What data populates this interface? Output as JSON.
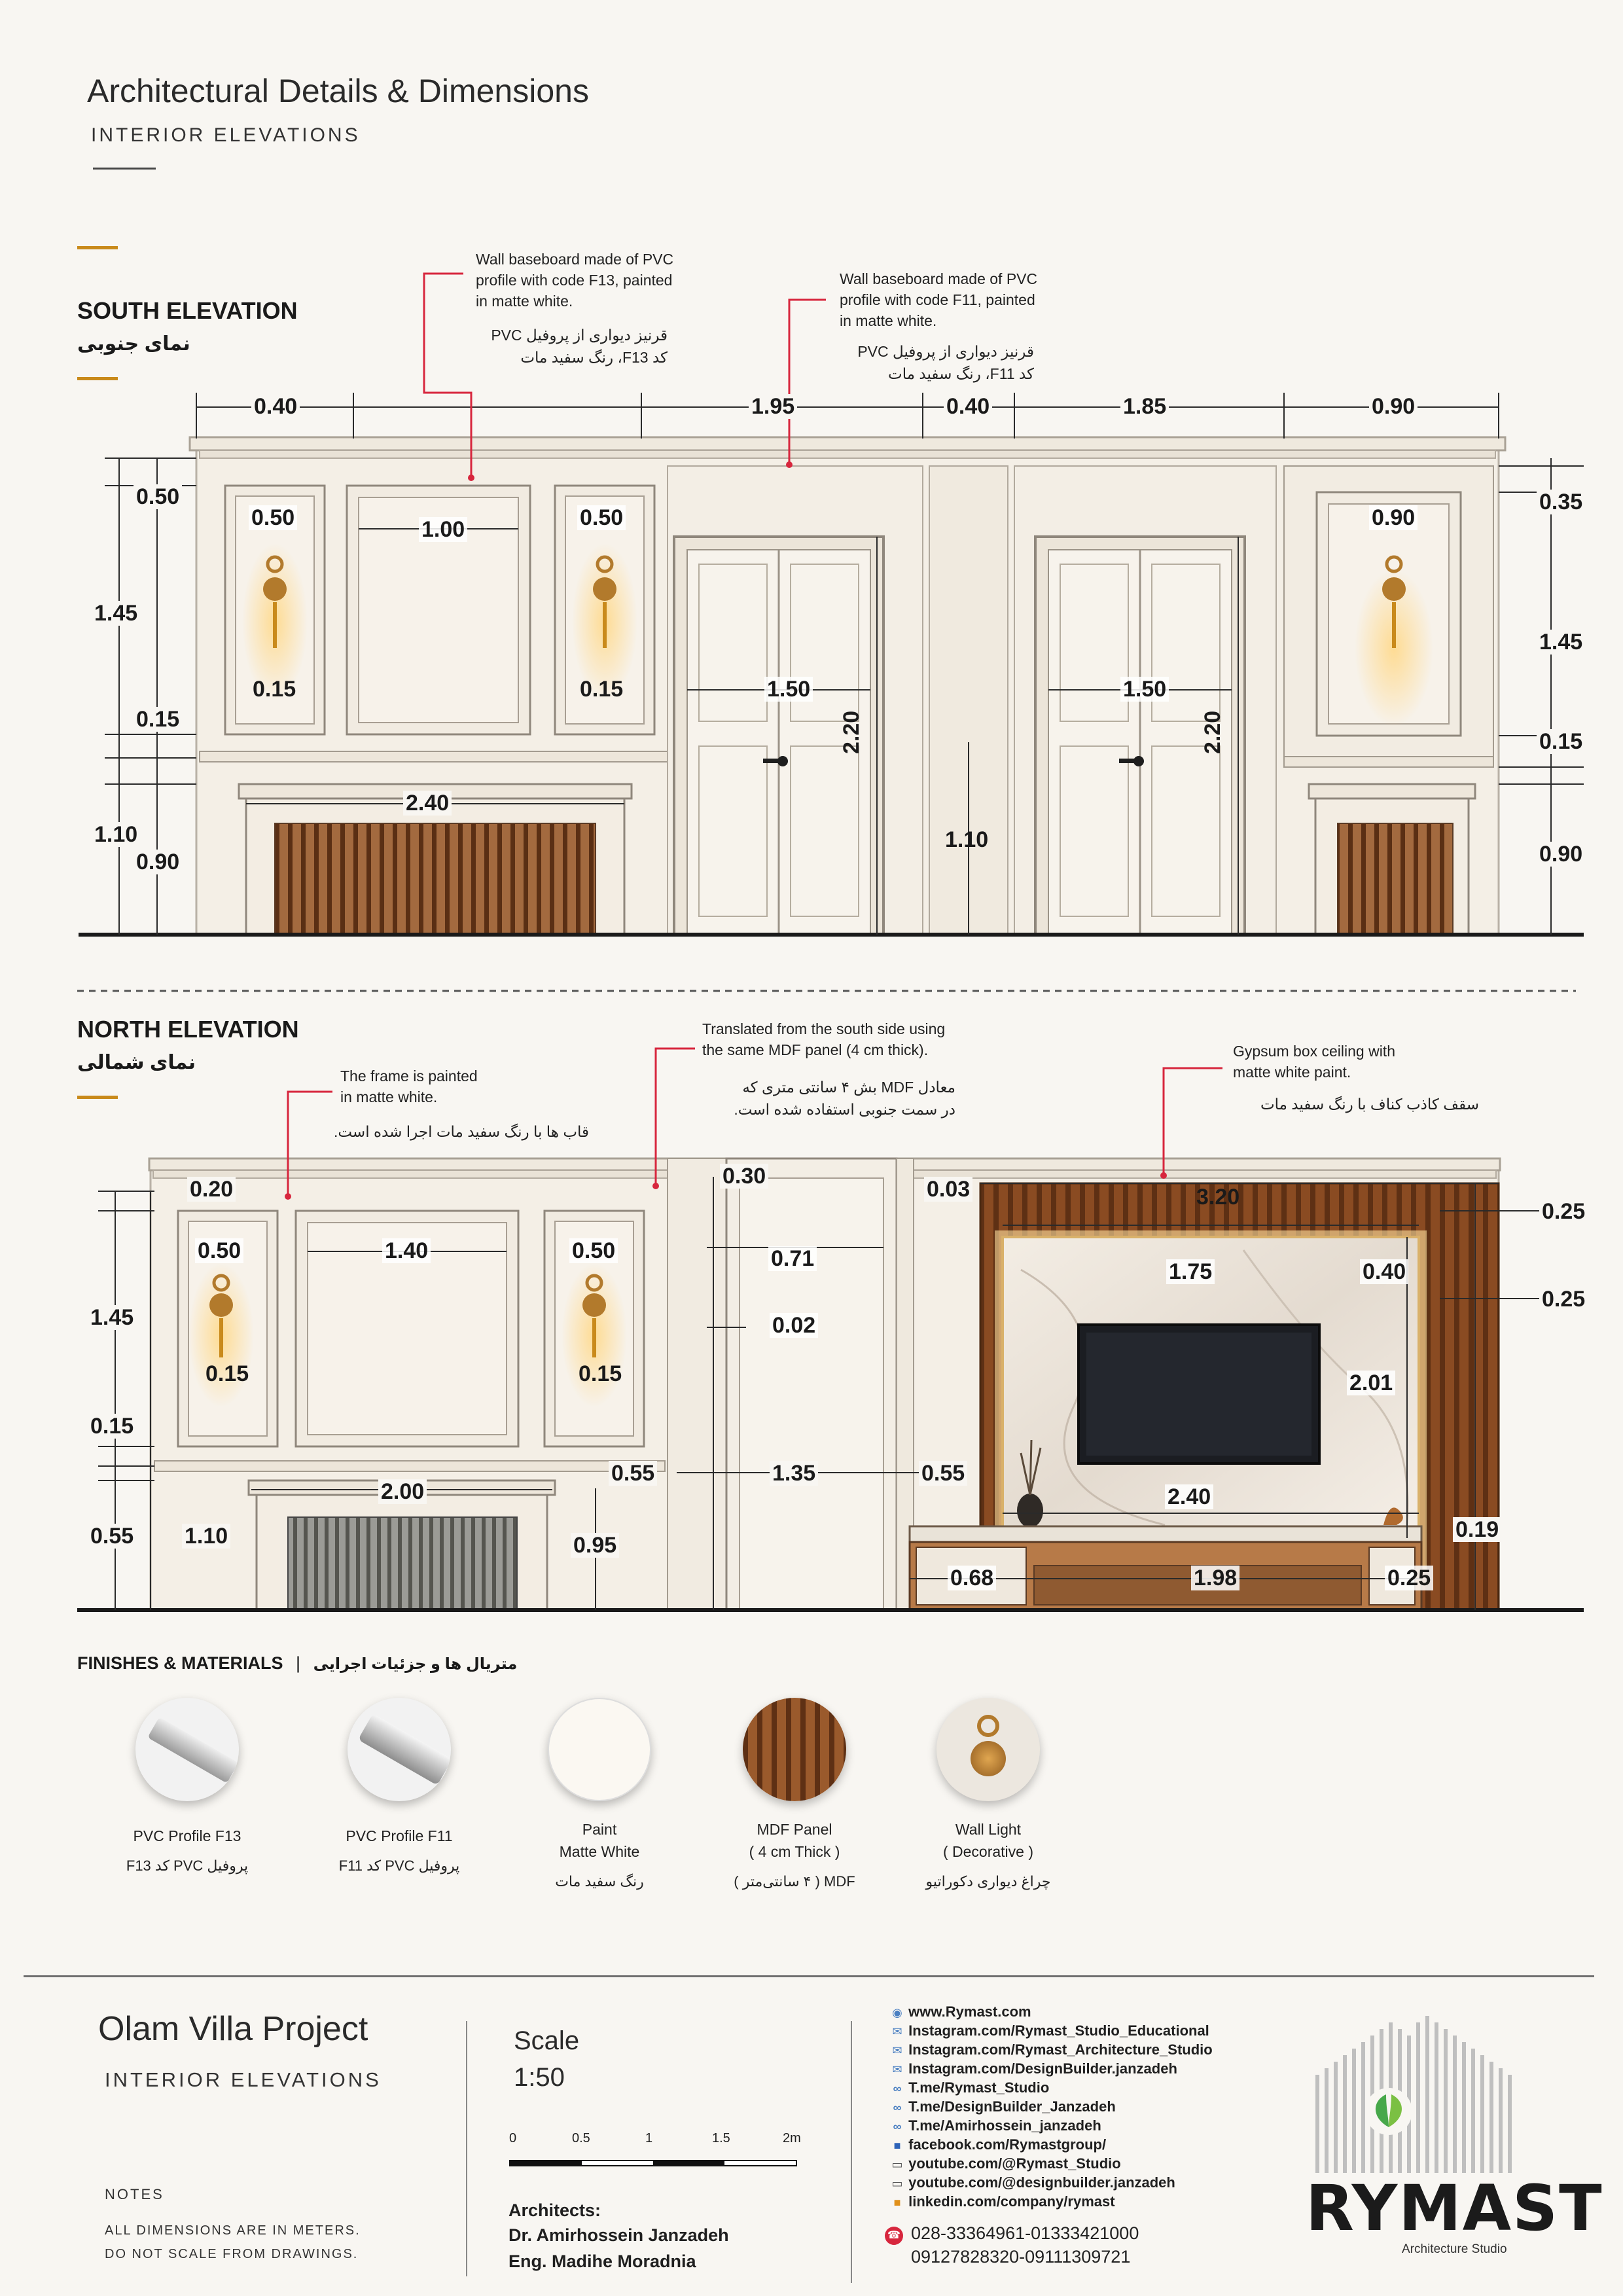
{
  "header": {
    "title": "Architectural Details & Dimensions",
    "subtitle": "INTERIOR ELEVATIONS"
  },
  "south": {
    "title": "SOUTH ELEVATION",
    "title_fa": "نمای جنوبی",
    "note1": [
      "Wall baseboard made of PVC",
      "profile with code F13, painted",
      "in matte white."
    ],
    "note1_fa": [
      "قرنیز دیواری از پروفیل PVC",
      "کد F13، رنگ سفید مات"
    ],
    "note2": [
      "Wall baseboard made of PVC",
      "profile with code F11, painted",
      "in matte white."
    ],
    "note2_fa": [
      "قرنیز دیواری از پروفیل PVC",
      "کد F11، رنگ سفید مات"
    ],
    "dims": {
      "top_a": "0.40",
      "top_b": "1.95",
      "top_c": "0.40",
      "top_d": "1.85",
      "top_e": "0.90",
      "left_a": "0.50",
      "left_b": "1.45",
      "left_c": "0.15",
      "left_d": "1.10",
      "left_e": "0.90",
      "panel_a": "0.50",
      "panel_b": "1.00",
      "panel_c": "0.50",
      "panel_d": "0.90",
      "panel_e": "0.15",
      "panel_f": "0.15",
      "radiator": "2.40",
      "door1_w": "1.50",
      "door1_h": "2.20",
      "door2_w": "1.50",
      "door2_h": "2.20",
      "handle_h": "1.10",
      "right_a": "0.35",
      "right_b": "1.45",
      "right_c": "0.15",
      "right_d": "0.90"
    }
  },
  "north": {
    "title": "NORTH ELEVATION",
    "title_fa": "نمای شمالی",
    "note1": [
      "The frame is painted",
      "in matte white."
    ],
    "note1_fa": [
      "قاب ها با رنگ سفید مات اجرا شده است."
    ],
    "note2": [
      "Translated from the south side using",
      "the same MDF panel (4 cm thick)."
    ],
    "note2_fa": [
      "معادل MDF بش ۴ سانتی متری که",
      "در سمت جنوبی استفاده شده است."
    ],
    "note3": [
      "Gypsum box ceiling with",
      "matte white paint."
    ],
    "note3_fa": [
      "سقف کاذب کناف با رنگ سفید مات"
    ],
    "dims": {
      "a": "0.20",
      "b": "0.30",
      "c": "0.03",
      "d": "3.20",
      "e": "0.50",
      "f": "1.40",
      "g": "0.50",
      "h": "0.71",
      "i": "0.02",
      "j": "1.75",
      "k": "0.40",
      "l": "0.25",
      "m": "0.25",
      "n": "1.45",
      "o": "0.15",
      "p": "0.15",
      "q": "0.15",
      "r": "2.01",
      "s": "0.55",
      "t": "1.35",
      "u": "0.55",
      "v": "2.00",
      "w": "2.40",
      "x": "0.19",
      "y": "0.55",
      "z": "1.10",
      "aa": "0.95",
      "bb": "0.68",
      "cc": "1.98",
      "dd": "0.25"
    }
  },
  "materials": {
    "heading": "FINISHES & MATERIALS",
    "heading_fa": "متریال ها و جزئیات اجرایی",
    "items": [
      {
        "name": [
          "PVC Profile F13"
        ],
        "fa": "پروفیل PVC کد F13"
      },
      {
        "name": [
          "PVC Profile F11"
        ],
        "fa": "پروفیل PVC کد F11"
      },
      {
        "name": [
          "Paint",
          "Matte White"
        ],
        "fa": "رنگ سفید مات"
      },
      {
        "name": [
          "MDF Panel",
          "( 4 cm Thick )"
        ],
        "fa": "MDF ( ۴ سانتی‌متر )"
      },
      {
        "name": [
          "Wall Light",
          "( Decorative )"
        ],
        "fa": "چراغ دیواری دکوراتیو"
      }
    ]
  },
  "footer": {
    "project": "Olam Villa Project",
    "project_sub": "INTERIOR ELEVATIONS",
    "notes_heading": "NOTES",
    "notes": [
      "ALL DIMENSIONS ARE IN METERS.",
      "DO NOT SCALE FROM DRAWINGS."
    ],
    "scale_label": "Scale",
    "scale_value": "1:50",
    "scale_ticks": [
      "0",
      "0.5",
      "1",
      "1.5",
      "2m"
    ],
    "architects_heading": "Architects:",
    "architects": [
      "Dr. Amirhossein Janzadeh",
      "Eng. Madihe Moradnia"
    ],
    "links": [
      {
        "icon": "globe-icon",
        "text": "www.Rymast.com"
      },
      {
        "icon": "instagram-icon",
        "text": "Instagram.com/Rymast_Studio_Educational"
      },
      {
        "icon": "instagram-icon",
        "text": "Instagram.com/Rymast_Architecture_Studio"
      },
      {
        "icon": "instagram-icon",
        "text": "Instagram.com/DesignBuilder.janzadeh"
      },
      {
        "icon": "link-icon",
        "text": "T.me/Rymast_Studio"
      },
      {
        "icon": "link-icon",
        "text": "T.me/DesignBuilder_Janzadeh"
      },
      {
        "icon": "link-icon",
        "text": "T.me/Amirhossein_janzadeh"
      },
      {
        "icon": "facebook-icon",
        "text": "facebook.com/Rymastgroup/"
      },
      {
        "icon": "youtube-icon",
        "text": "youtube.com/@Rymast_Studio"
      },
      {
        "icon": "youtube-icon",
        "text": "youtube.com/@designbuilder.janzadeh"
      },
      {
        "icon": "linkedin-icon",
        "text": "linkedin.com/company/rymast"
      }
    ],
    "phones": [
      "028-33364961-01333421000",
      "09127828320-09111309721"
    ],
    "logo_word": "RYMAST",
    "logo_sub": "Architecture Studio"
  },
  "colors": {
    "accent_gold": "#c98a1b",
    "leader_red": "#d7263d",
    "wood": "#8a4b22",
    "wall": "#f4efe6"
  }
}
